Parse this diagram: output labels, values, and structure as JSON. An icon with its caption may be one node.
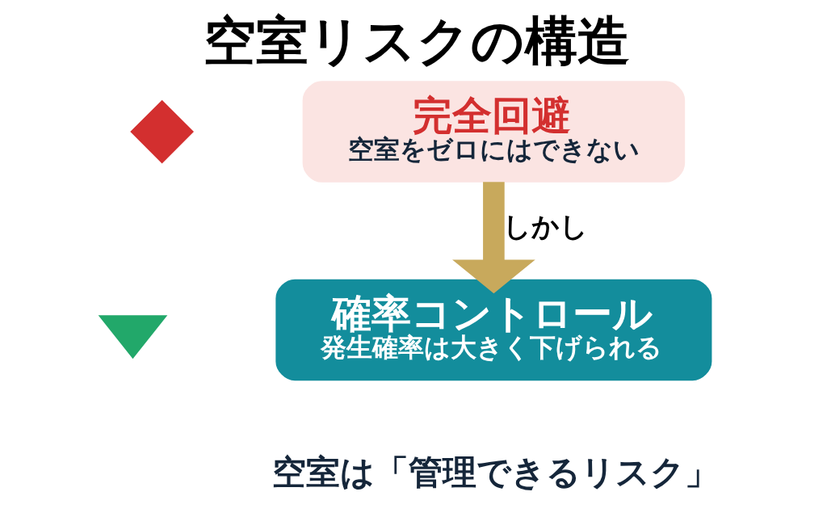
{
  "diagram": {
    "title": "空室リスクの構造",
    "nodes": [
      {
        "text": [],
        "shape": "cross"
      },
      {
        "text": [
          "完全回避",
          "空室をゼロにはできない"
        ]
      },
      {
        "text": [],
        "shape": "check"
      },
      {
        "text": [
          "確率コントロール",
          "発生確率は大きく下げられる"
        ]
      }
    ],
    "edges": [
      {
        "from": 1,
        "to": 3,
        "arrow": "to",
        "label": "しかし"
      }
    ],
    "labels": [
      "空室は「管理できるリスク」"
    ]
  }
}
